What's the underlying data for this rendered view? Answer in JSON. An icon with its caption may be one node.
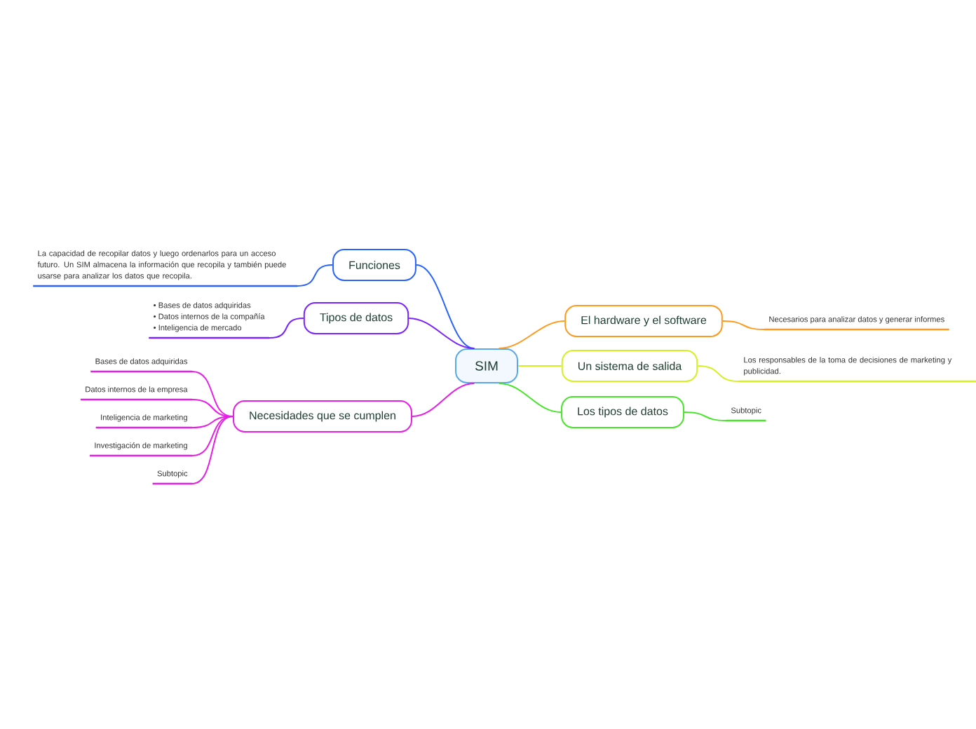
{
  "diagram": {
    "nodes": [
      {
        "text": [
          "SIM"
        ]
      },
      {
        "text": [
          "Funciones"
        ]
      },
      {
        "text": [
          "La capacidad de recopilar datos y luego ordenarlos para un acceso futuro. Un SIM almacena la información que recopila y también puede usarse para analizar los datos que recopila."
        ]
      },
      {
        "text": [
          "Tipos de datos"
        ]
      },
      {
        "text": [
          "• Bases de datos adquiridas",
          "• Datos internos de la compañía",
          "• Inteligencia de mercado"
        ]
      },
      {
        "text": [
          "Necesidades que se cumplen"
        ]
      },
      {
        "text": [
          "Bases de datos adquiridas"
        ]
      },
      {
        "text": [
          "Datos internos de la empresa"
        ]
      },
      {
        "text": [
          "Inteligencia de marketing"
        ]
      },
      {
        "text": [
          "Investigación de marketing"
        ]
      },
      {
        "text": [
          "Subtopic"
        ]
      },
      {
        "text": [
          "El hardware y el software"
        ]
      },
      {
        "text": [
          "Necesarios para analizar datos y generar informes"
        ]
      },
      {
        "text": [
          "Un sistema de salida"
        ]
      },
      {
        "text": [
          "Los responsables de la toma de decisiones de marketing y publicidad."
        ]
      },
      {
        "text": [
          "Los tipos de datos"
        ]
      },
      {
        "text": [
          "Subtopic"
        ]
      }
    ],
    "edges": [
      {
        "from": 0,
        "to": 1,
        "arrow": "none",
        "color": "#2962ff"
      },
      {
        "from": 1,
        "to": 2,
        "arrow": "none",
        "color": "#2962ff"
      },
      {
        "from": 0,
        "to": 3,
        "arrow": "none",
        "color": "#7a22ff"
      },
      {
        "from": 3,
        "to": 4,
        "arrow": "none",
        "color": "#7a22ff"
      },
      {
        "from": 0,
        "to": 5,
        "arrow": "none",
        "color": "#e61ee6"
      },
      {
        "from": 5,
        "to": 6,
        "arrow": "none",
        "color": "#e61ee6"
      },
      {
        "from": 5,
        "to": 7,
        "arrow": "none",
        "color": "#e61ee6"
      },
      {
        "from": 5,
        "to": 8,
        "arrow": "none",
        "color": "#e61ee6"
      },
      {
        "from": 5,
        "to": 9,
        "arrow": "none",
        "color": "#e61ee6"
      },
      {
        "from": 5,
        "to": 10,
        "arrow": "none",
        "color": "#e61ee6"
      },
      {
        "from": 0,
        "to": 11,
        "arrow": "none",
        "color": "#ff9a1f"
      },
      {
        "from": 11,
        "to": 12,
        "arrow": "none",
        "color": "#ff9a1f"
      },
      {
        "from": 0,
        "to": 13,
        "arrow": "none",
        "color": "#d4f01f"
      },
      {
        "from": 13,
        "to": 14,
        "arrow": "none",
        "color": "#d4f01f"
      },
      {
        "from": 0,
        "to": 15,
        "arrow": "none",
        "color": "#48e52a"
      },
      {
        "from": 15,
        "to": 16,
        "arrow": "none",
        "color": "#48e52a"
      }
    ]
  }
}
